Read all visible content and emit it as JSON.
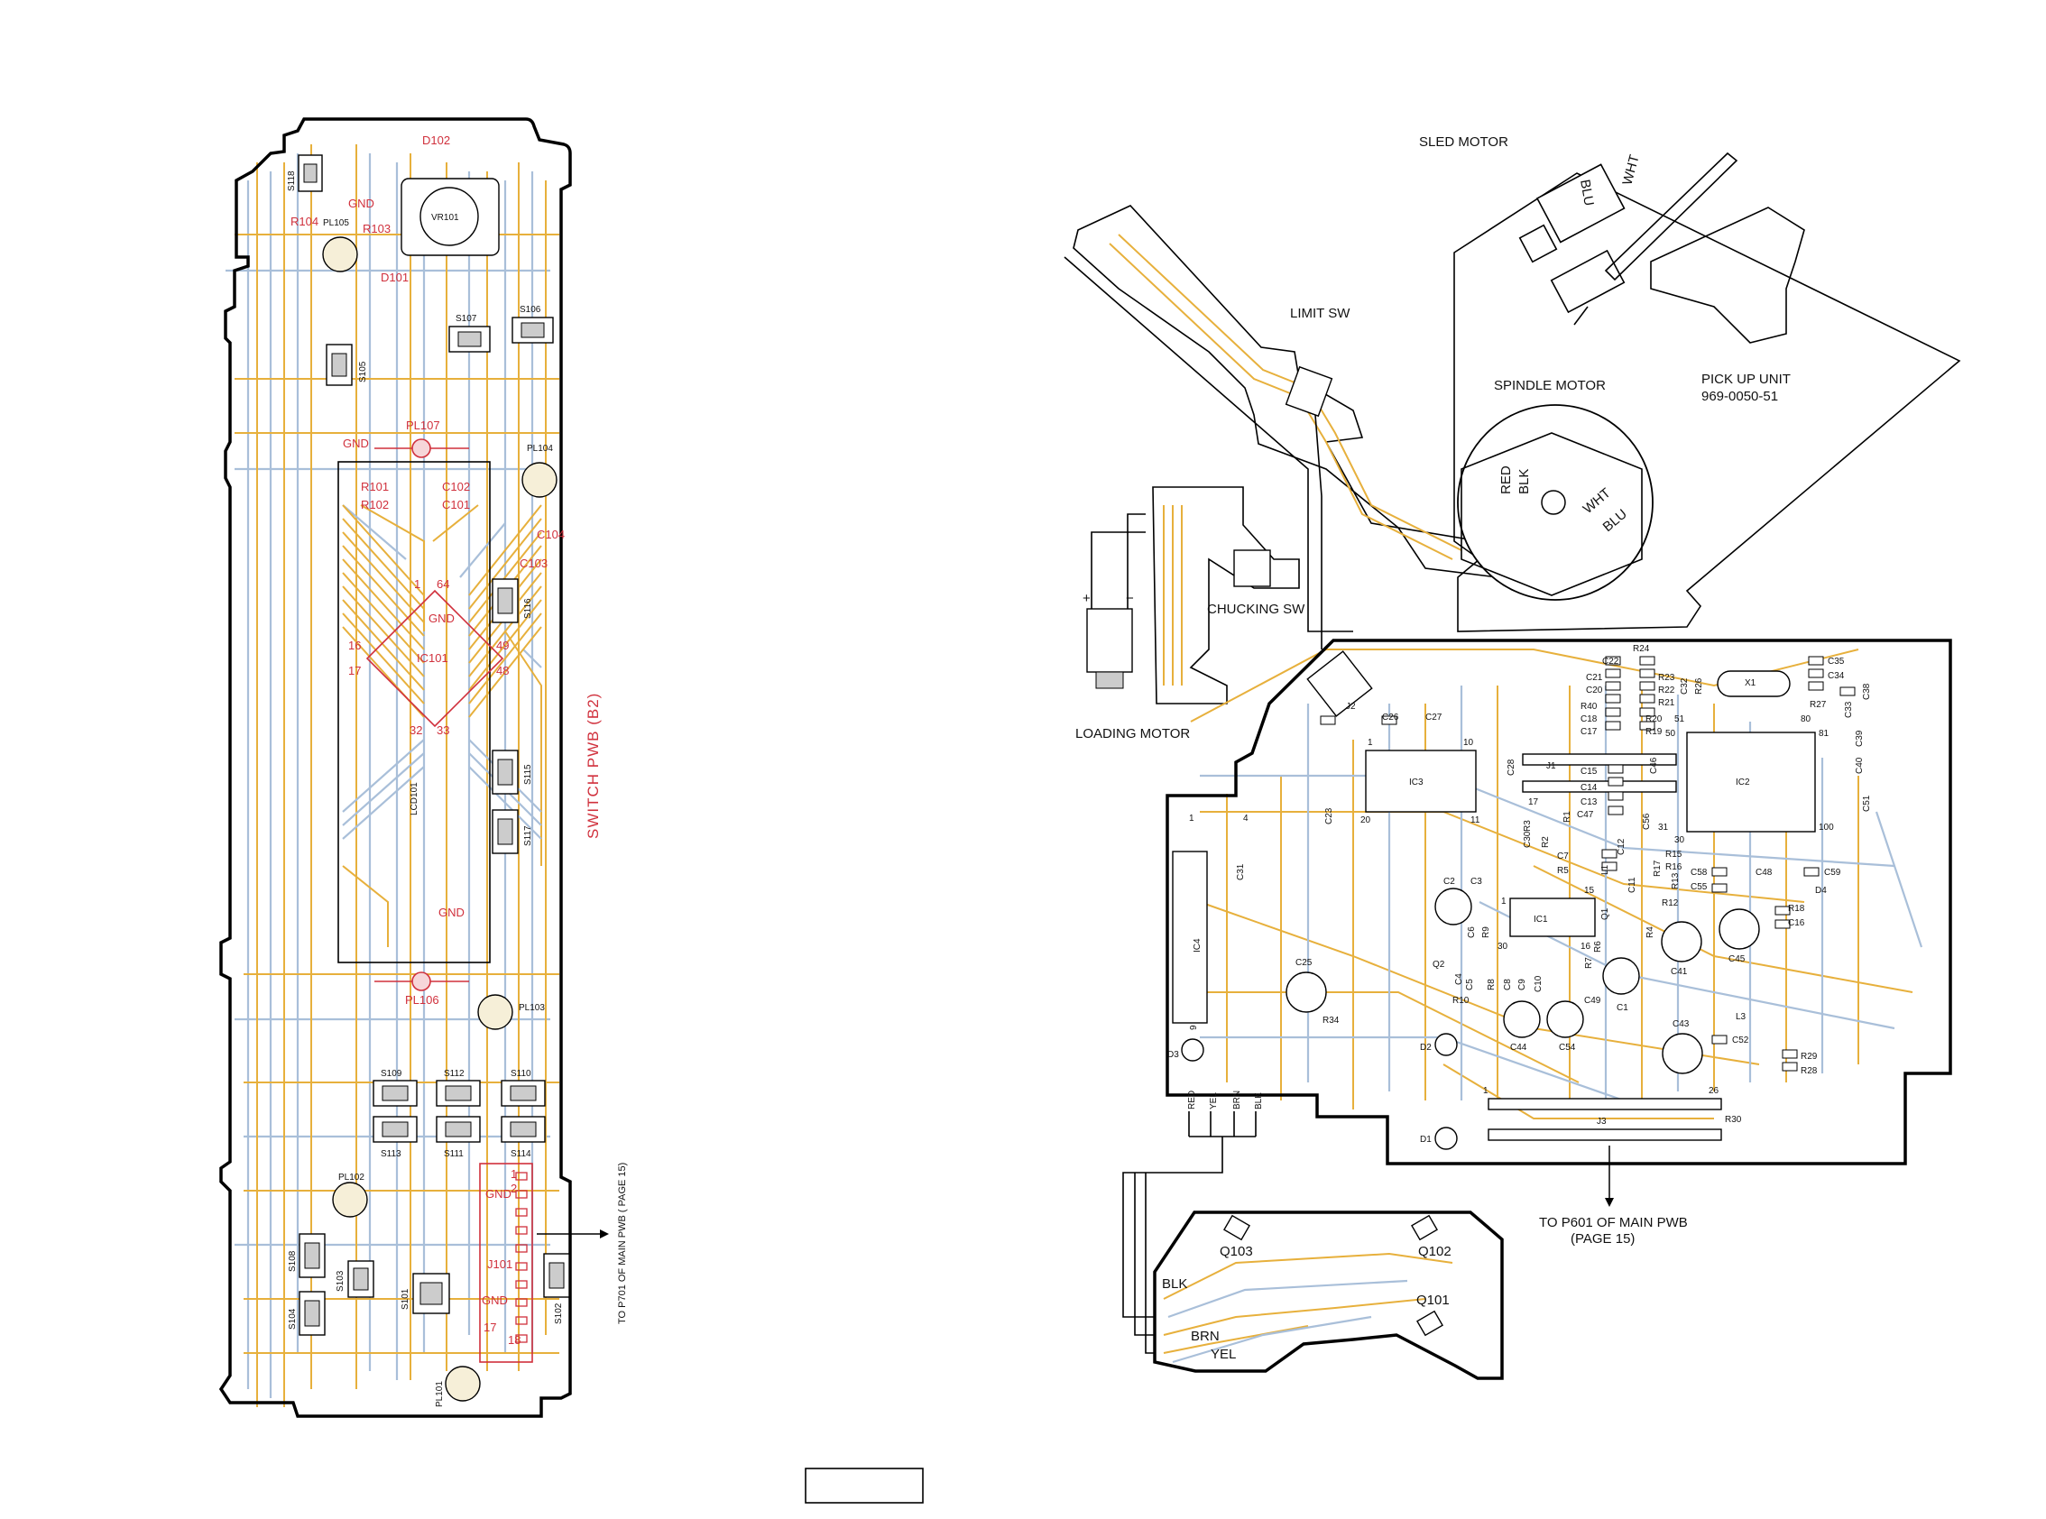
{
  "switch_board": {
    "title": "SWITCH PWB (B2)",
    "note": "TO P701 OF MAIN PWB ( PAGE 15)",
    "components": [
      {
        "id": "s118",
        "text": "S118"
      },
      {
        "id": "d102",
        "text": "D102"
      },
      {
        "id": "vr101",
        "text": "VR101"
      },
      {
        "id": "r104",
        "text": "R104"
      },
      {
        "id": "pl105",
        "text": "PL105"
      },
      {
        "id": "gnd1",
        "text": "GND"
      },
      {
        "id": "r103",
        "text": "R103"
      },
      {
        "id": "d101",
        "text": "D101"
      },
      {
        "id": "s107",
        "text": "S107"
      },
      {
        "id": "s106",
        "text": "S106"
      },
      {
        "id": "s105",
        "text": "S105"
      },
      {
        "id": "pl107",
        "text": "PL107"
      },
      {
        "id": "gnd2",
        "text": "GND"
      },
      {
        "id": "pl104",
        "text": "PL104"
      },
      {
        "id": "r101",
        "text": "R101"
      },
      {
        "id": "c102",
        "text": "C102"
      },
      {
        "id": "r102",
        "text": "R102"
      },
      {
        "id": "c101",
        "text": "C101"
      },
      {
        "id": "c104",
        "text": "C104"
      },
      {
        "id": "c103",
        "text": "C103"
      },
      {
        "id": "pin1",
        "text": "1"
      },
      {
        "id": "pin64",
        "text": "64"
      },
      {
        "id": "gnd3",
        "text": "GND"
      },
      {
        "id": "s116",
        "text": "S116"
      },
      {
        "id": "pin16",
        "text": "16"
      },
      {
        "id": "pin49",
        "text": "49"
      },
      {
        "id": "ic101",
        "text": "IC101"
      },
      {
        "id": "pin17",
        "text": "17"
      },
      {
        "id": "pin48",
        "text": "48"
      },
      {
        "id": "pin32",
        "text": "32"
      },
      {
        "id": "pin33",
        "text": "33"
      },
      {
        "id": "s115",
        "text": "S115"
      },
      {
        "id": "lcd101",
        "text": "LCD101"
      },
      {
        "id": "s117",
        "text": "S117"
      },
      {
        "id": "gnd4",
        "text": "GND"
      },
      {
        "id": "pl106",
        "text": "PL106"
      },
      {
        "id": "pl103",
        "text": "PL103"
      },
      {
        "id": "s109",
        "text": "S109"
      },
      {
        "id": "s112",
        "text": "S112"
      },
      {
        "id": "s110",
        "text": "S110"
      },
      {
        "id": "s113",
        "text": "S113"
      },
      {
        "id": "s111",
        "text": "S111"
      },
      {
        "id": "s114",
        "text": "S114"
      },
      {
        "id": "pl102",
        "text": "PL102"
      },
      {
        "id": "jpin1",
        "text": "1"
      },
      {
        "id": "gnd5",
        "text": "GND"
      },
      {
        "id": "jpin2",
        "text": "2"
      },
      {
        "id": "s108",
        "text": "S108"
      },
      {
        "id": "s103",
        "text": "S103"
      },
      {
        "id": "j101",
        "text": "J101"
      },
      {
        "id": "s101",
        "text": "S101"
      },
      {
        "id": "s104",
        "text": "S104"
      },
      {
        "id": "gnd6",
        "text": "GND"
      },
      {
        "id": "s102",
        "text": "S102"
      },
      {
        "id": "jpin17",
        "text": "17"
      },
      {
        "id": "jpin18",
        "text": "18"
      },
      {
        "id": "pl101",
        "text": "PL101"
      }
    ]
  },
  "mechanism": {
    "labels": [
      {
        "id": "sled-motor",
        "text": "SLED MOTOR"
      },
      {
        "id": "blu1",
        "text": "BLU"
      },
      {
        "id": "wht1",
        "text": "WHT"
      },
      {
        "id": "limit-sw",
        "text": "LIMIT SW"
      },
      {
        "id": "spindle-motor",
        "text": "SPINDLE MOTOR"
      },
      {
        "id": "pickup-unit",
        "text": "PICK UP UNIT"
      },
      {
        "id": "pickup-part",
        "text": "969-0050-51"
      },
      {
        "id": "red1",
        "text": "RED"
      },
      {
        "id": "blk1",
        "text": "BLK"
      },
      {
        "id": "wht2",
        "text": "WHT"
      },
      {
        "id": "blu2",
        "text": "BLU"
      },
      {
        "id": "chucking-sw",
        "text": "CHUCKING SW"
      },
      {
        "id": "plus",
        "text": "+"
      },
      {
        "id": "minus",
        "text": "−"
      },
      {
        "id": "loading-motor",
        "text": "LOADING MOTOR"
      }
    ]
  },
  "main_board": {
    "note_line1": "TO P601 OF MAIN PWB",
    "note_line2": "(PAGE 15)",
    "components": [
      {
        "id": "c22",
        "text": "C22"
      },
      {
        "id": "r24",
        "text": "R24"
      },
      {
        "id": "c35",
        "text": "C35"
      },
      {
        "id": "c21",
        "text": "C21"
      },
      {
        "id": "r23",
        "text": "R23"
      },
      {
        "id": "c32",
        "text": "C32"
      },
      {
        "id": "r26",
        "text": "R26"
      },
      {
        "id": "x1",
        "text": "X1"
      },
      {
        "id": "c34",
        "text": "C34"
      },
      {
        "id": "c20",
        "text": "C20"
      },
      {
        "id": "r22",
        "text": "R22"
      },
      {
        "id": "c38",
        "text": "C38"
      },
      {
        "id": "r21",
        "text": "R21"
      },
      {
        "id": "r27",
        "text": "R27"
      },
      {
        "id": "c33",
        "text": "C33"
      },
      {
        "id": "r40",
        "text": "R40"
      },
      {
        "id": "c18",
        "text": "C18"
      },
      {
        "id": "r20",
        "text": "R20"
      },
      {
        "id": "c17",
        "text": "C17"
      },
      {
        "id": "r19",
        "text": "R19"
      },
      {
        "id": "p51",
        "text": "51"
      },
      {
        "id": "p80",
        "text": "80"
      },
      {
        "id": "c26",
        "text": "C26"
      },
      {
        "id": "c27",
        "text": "C27"
      },
      {
        "id": "j2",
        "text": "J2"
      },
      {
        "id": "p50",
        "text": "50"
      },
      {
        "id": "p81",
        "text": "81"
      },
      {
        "id": "c39",
        "text": "C39"
      },
      {
        "id": "p1a",
        "text": "1"
      },
      {
        "id": "p10a",
        "text": "10"
      },
      {
        "id": "c28",
        "text": "C28"
      },
      {
        "id": "j1",
        "text": "J1"
      },
      {
        "id": "c15",
        "text": "C15"
      },
      {
        "id": "c46",
        "text": "C46"
      },
      {
        "id": "c40",
        "text": "C40"
      },
      {
        "id": "ic3",
        "text": "IC3"
      },
      {
        "id": "c14",
        "text": "C14"
      },
      {
        "id": "ic2",
        "text": "IC2"
      },
      {
        "id": "p17",
        "text": "17"
      },
      {
        "id": "c13",
        "text": "C13"
      },
      {
        "id": "c47",
        "text": "C47"
      },
      {
        "id": "c51",
        "text": "C51"
      },
      {
        "id": "p20",
        "text": "20"
      },
      {
        "id": "p11",
        "text": "11"
      },
      {
        "id": "r3",
        "text": "R3"
      },
      {
        "id": "c30",
        "text": "C30"
      },
      {
        "id": "r2",
        "text": "R2"
      },
      {
        "id": "r1",
        "text": "R1"
      },
      {
        "id": "c56",
        "text": "C56"
      },
      {
        "id": "p31",
        "text": "31"
      },
      {
        "id": "p100",
        "text": "100"
      },
      {
        "id": "c23",
        "text": "C23"
      },
      {
        "id": "p30a",
        "text": "30"
      },
      {
        "id": "c7",
        "text": "C7"
      },
      {
        "id": "c12",
        "text": "C12"
      },
      {
        "id": "r15",
        "text": "R15"
      },
      {
        "id": "r5",
        "text": "R5"
      },
      {
        "id": "l1",
        "text": "L1"
      },
      {
        "id": "r16",
        "text": "R16"
      },
      {
        "id": "r17",
        "text": "R17"
      },
      {
        "id": "c58",
        "text": "C58"
      },
      {
        "id": "c48",
        "text": "C48"
      },
      {
        "id": "c59",
        "text": "C59"
      },
      {
        "id": "c31",
        "text": "C31"
      },
      {
        "id": "c2",
        "text": "C2"
      },
      {
        "id": "c3",
        "text": "C3"
      },
      {
        "id": "r13",
        "text": "R13"
      },
      {
        "id": "c11",
        "text": "C11"
      },
      {
        "id": "c55",
        "text": "C55"
      },
      {
        "id": "d4",
        "text": "D4"
      },
      {
        "id": "p15",
        "text": "15"
      },
      {
        "id": "r12",
        "text": "R12"
      },
      {
        "id": "r18",
        "text": "R18"
      },
      {
        "id": "p1b",
        "text": "1"
      },
      {
        "id": "ic1",
        "text": "IC1"
      },
      {
        "id": "q1",
        "text": "Q1"
      },
      {
        "id": "c16",
        "text": "C16"
      },
      {
        "id": "ic4",
        "text": "IC4"
      },
      {
        "id": "c6",
        "text": "C6"
      },
      {
        "id": "r9",
        "text": "R9"
      },
      {
        "id": "r4",
        "text": "R4"
      },
      {
        "id": "p30b",
        "text": "30"
      },
      {
        "id": "p16",
        "text": "16"
      },
      {
        "id": "r6",
        "text": "R6"
      },
      {
        "id": "c41",
        "text": "C41"
      },
      {
        "id": "c45",
        "text": "C45"
      },
      {
        "id": "c25",
        "text": "C25"
      },
      {
        "id": "q2",
        "text": "Q2"
      },
      {
        "id": "r7",
        "text": "R7"
      },
      {
        "id": "c4",
        "text": "C4"
      },
      {
        "id": "c5",
        "text": "C5"
      },
      {
        "id": "r8",
        "text": "R8"
      },
      {
        "id": "c8",
        "text": "C8"
      },
      {
        "id": "c9",
        "text": "C9"
      },
      {
        "id": "c10",
        "text": "C10"
      },
      {
        "id": "r10",
        "text": "R10"
      },
      {
        "id": "c49",
        "text": "C49"
      },
      {
        "id": "c1",
        "text": "C1"
      },
      {
        "id": "r34",
        "text": "R34"
      },
      {
        "id": "c44",
        "text": "C44"
      },
      {
        "id": "c54",
        "text": "C54"
      },
      {
        "id": "l3",
        "text": "L3"
      },
      {
        "id": "c43",
        "text": "C43"
      },
      {
        "id": "c52",
        "text": "C52"
      },
      {
        "id": "d3",
        "text": "D3"
      },
      {
        "id": "d2",
        "text": "D2"
      },
      {
        "id": "r29",
        "text": "R29"
      },
      {
        "id": "r28",
        "text": "R28"
      },
      {
        "id": "p1c",
        "text": "1"
      },
      {
        "id": "p26",
        "text": "26"
      },
      {
        "id": "red2",
        "text": "RED"
      },
      {
        "id": "yel1",
        "text": "YEL"
      },
      {
        "id": "brn1",
        "text": "BRN"
      },
      {
        "id": "blk2",
        "text": "BLK"
      },
      {
        "id": "j3",
        "text": "J3"
      },
      {
        "id": "r30",
        "text": "R30"
      },
      {
        "id": "d1",
        "text": "D1"
      },
      {
        "id": "p1d",
        "text": "1"
      },
      {
        "id": "p4",
        "text": "4"
      },
      {
        "id": "p9",
        "text": "9"
      }
    ]
  },
  "lower_board": {
    "components": [
      {
        "id": "q103",
        "text": "Q103"
      },
      {
        "id": "q102",
        "text": "Q102"
      },
      {
        "id": "blk3",
        "text": "BLK"
      },
      {
        "id": "q101",
        "text": "Q101"
      },
      {
        "id": "brn2",
        "text": "BRN"
      },
      {
        "id": "yel2",
        "text": "YEL"
      }
    ]
  }
}
